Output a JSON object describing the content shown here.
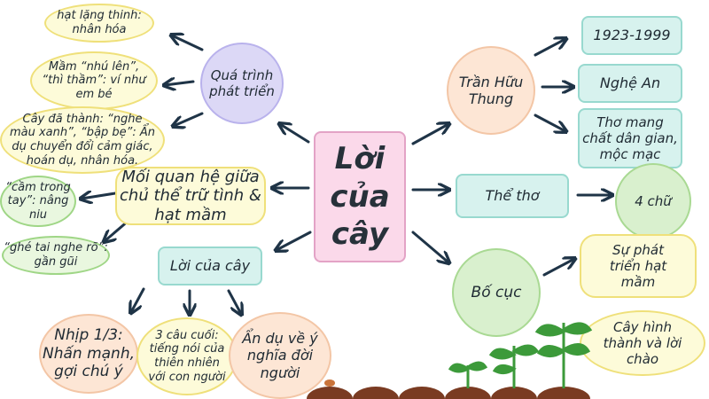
{
  "center": {
    "label": "Lời\ncủa\ncây"
  },
  "left": {
    "process": {
      "label": "Quá trình\nphát triển",
      "details": [
        "hạt lặng thinh:\nnhân hóa",
        "Mầm “nhú lên”,\n“thì thầm”: ví như\nem bé",
        "Cây đã thành: “nghe\nmàu xanh”, “bập bẹ”: Ẩn\ndụ chuyển đổi cảm giác,\nhoán dụ, nhân hóa."
      ]
    },
    "relation": {
      "label": "Mối quan hệ giữa\nchủ thể trữ tình &\nhạt mầm",
      "details": [
        "“cầm trong\ntay”: nâng\nniu",
        "“ghé tai nghe rõ”:\ngần gũi"
      ]
    },
    "words": {
      "label": "Lời của cây",
      "details": [
        "Nhịp 1/3:\nNhấn mạnh,\ngợi chú ý",
        "3 câu cuối:\ntiếng nói của\nthiên nhiên\nvới con người",
        "Ẩn dụ về ý\nnghĩa đời\nngười"
      ]
    }
  },
  "right": {
    "author": {
      "label": "Trần Hữu\nThung",
      "details": [
        "1923-1999",
        "Nghệ An",
        "Thơ mang\nchất dân gian,\nmộc mạc"
      ]
    },
    "form": {
      "label": "Thể thơ",
      "details": [
        "4 chữ"
      ]
    },
    "structure": {
      "label": "Bố cục",
      "details": [
        "Sự phát\ntriển hạt\nmầm",
        "Cây hình\nthành và lời\nchào"
      ]
    }
  },
  "colors": {
    "arrow": "#1f3447",
    "center_fill": "#fbd9ea",
    "yellow": "#fdfbd9",
    "green": "#e9f7df",
    "purple": "#dcd8f6",
    "peach": "#fde6d5",
    "teal": "#d7f2ee",
    "soil": "#7a3b22",
    "leaf": "#3c9a3a"
  }
}
